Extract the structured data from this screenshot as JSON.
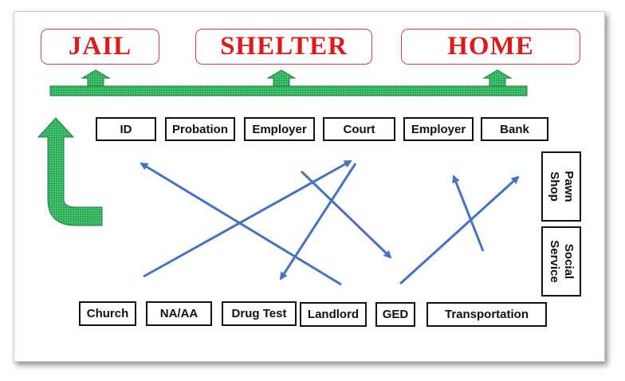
{
  "destinations": [
    "JAIL",
    "SHELTER",
    "HOME"
  ],
  "top_boxes": [
    "ID",
    "Probation",
    "Employer",
    "Court",
    "Employer",
    "Bank"
  ],
  "side_boxes": [
    {
      "line1": "Pawn",
      "line2": "Shop"
    },
    {
      "line1": "Social",
      "line2": "Service"
    }
  ],
  "bottom_boxes": [
    "Church",
    "NA/AA",
    "Drug Test",
    "Landlord",
    "GED",
    "Transportation"
  ],
  "colors": {
    "destination_text": "#e0191b",
    "destination_border": "#d43f3f",
    "green_arrow": "#2fb05a",
    "blue_lines": "#4472c4"
  }
}
